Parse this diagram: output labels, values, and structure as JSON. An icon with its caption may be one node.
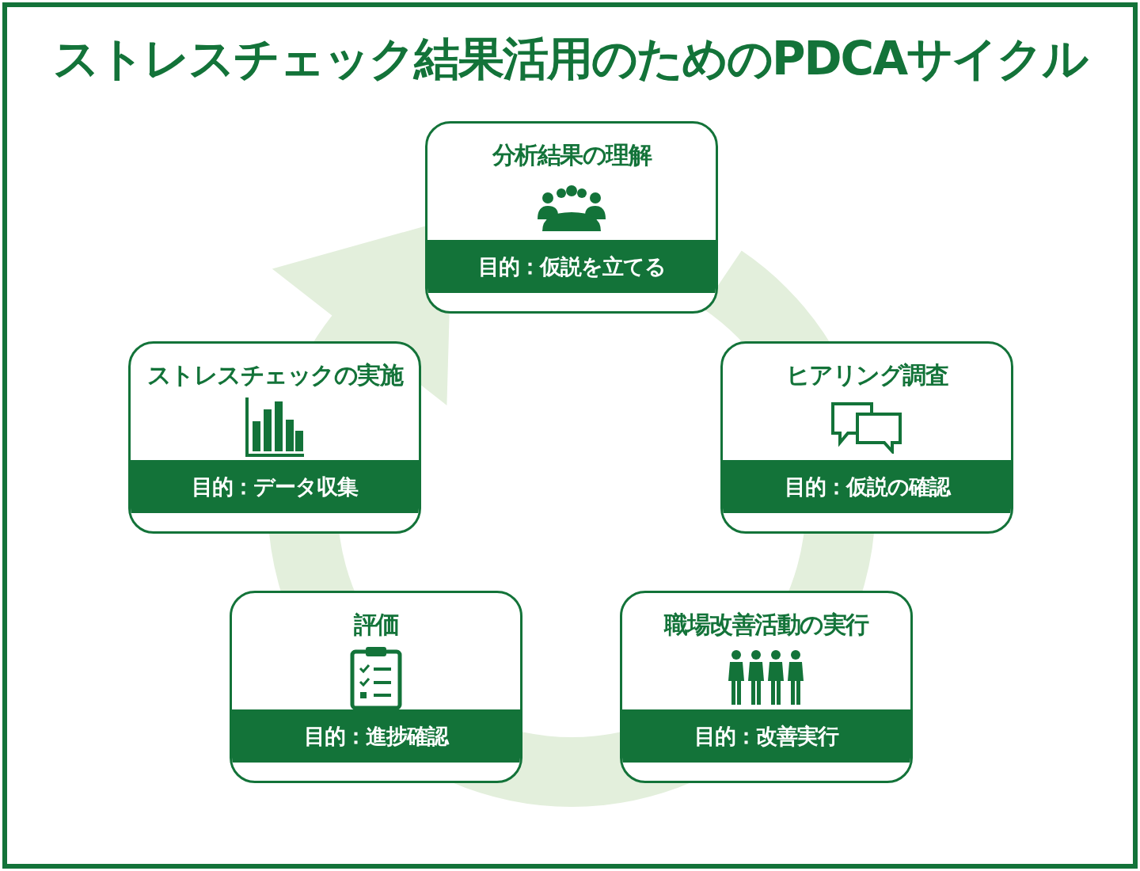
{
  "diagram": {
    "title": "ストレスチェック結果活用のためのPDCAサイクル",
    "nodes": [
      {
        "text": [
          "分析結果の理解",
          "目的：仮説を立てる"
        ]
      },
      {
        "text": [
          "ストレスチェックの実施",
          "目的：データ収集"
        ]
      },
      {
        "text": [
          "ヒアリング調査",
          "目的：仮説の確認"
        ]
      },
      {
        "text": [
          "評価",
          "目的：進捗確認"
        ]
      },
      {
        "text": [
          "職場改善活動の実行",
          "目的：改善実行"
        ]
      }
    ],
    "edges": [
      {
        "from": 0,
        "to": 2,
        "arrow": "none"
      },
      {
        "from": 2,
        "to": 4,
        "arrow": "none"
      },
      {
        "from": 4,
        "to": 3,
        "arrow": "none"
      },
      {
        "from": 3,
        "to": 1,
        "arrow": "none"
      },
      {
        "from": 1,
        "to": 0,
        "arrow": "to"
      }
    ]
  }
}
